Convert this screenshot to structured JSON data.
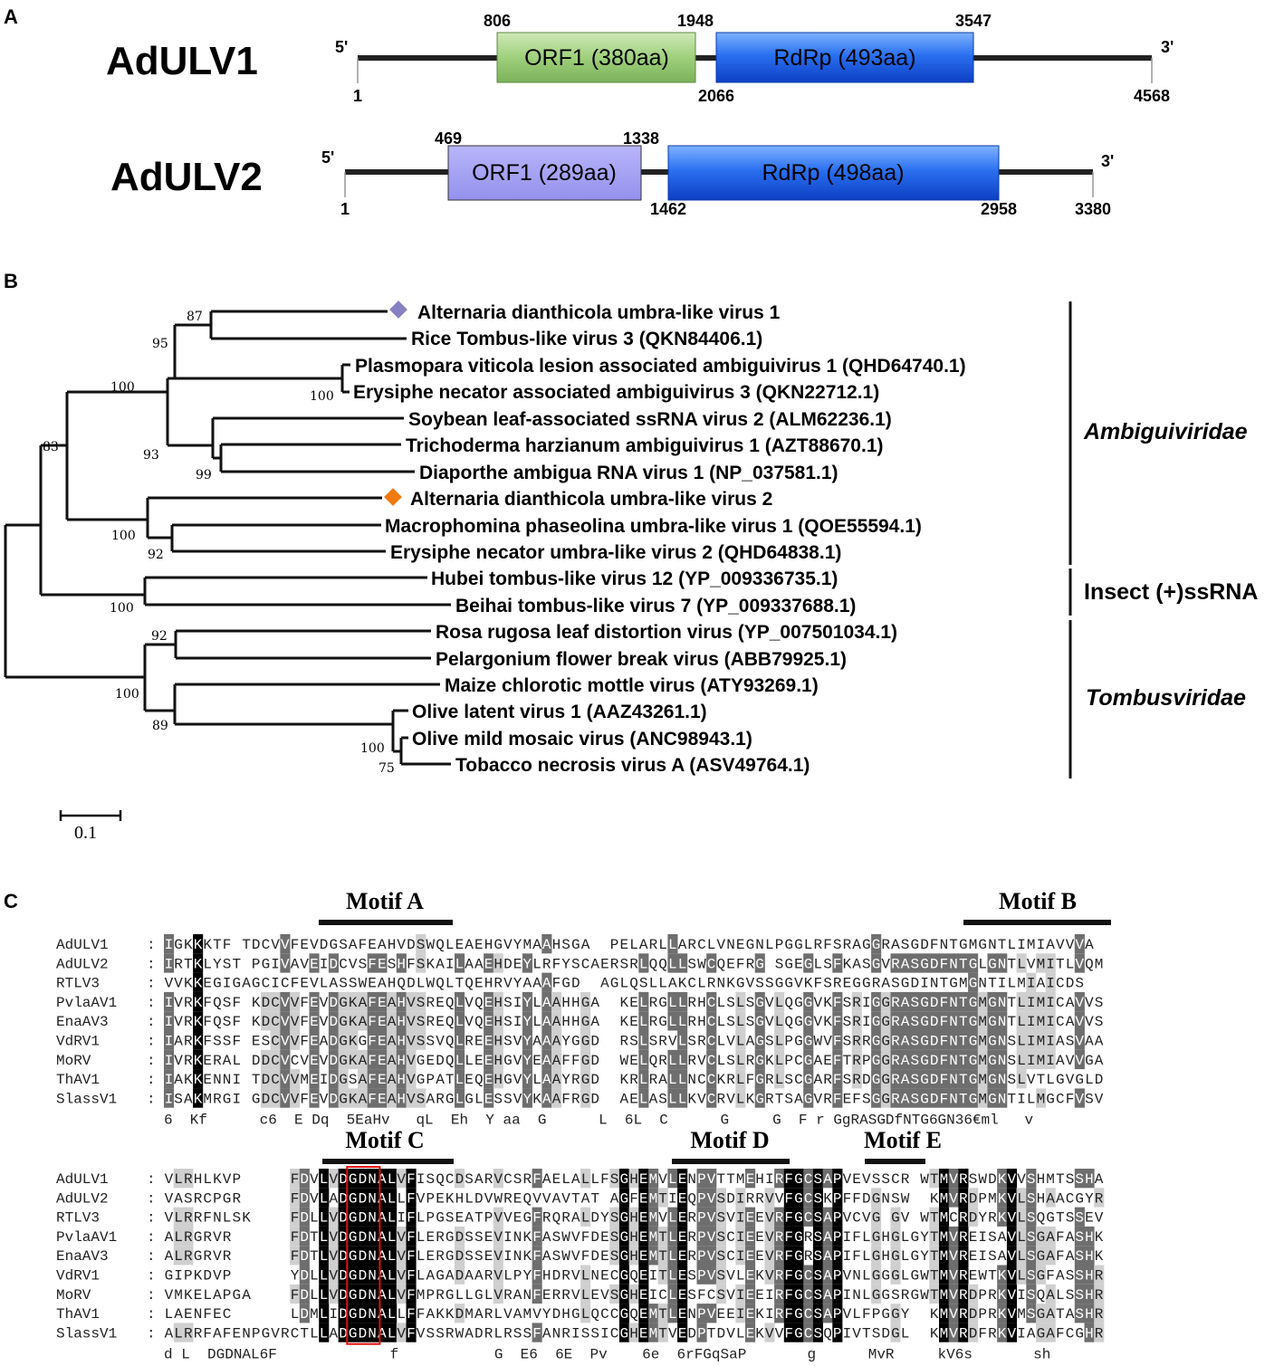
{
  "panel_labels": {
    "a": "A",
    "b": "B",
    "c": "C"
  },
  "genome_maps": [
    {
      "name": "AdULV1",
      "five_prime": "5'",
      "three_prime": "3'",
      "orf1": {
        "label": "ORF1 (380aa)",
        "start": "806",
        "end": "1948",
        "color": "#8fc46a"
      },
      "rdrp": {
        "label": "RdRp (493aa)",
        "start": "2066",
        "end": "3547",
        "color": "#1f64e6"
      },
      "first": "1",
      "last": "4568"
    },
    {
      "name": "AdULV2",
      "five_prime": "5'",
      "three_prime": "3'",
      "orf1": {
        "label": "ORF1 (289aa)",
        "start": "469",
        "end": "1338",
        "color": "#9d9bf0"
      },
      "rdrp": {
        "label": "RdRp (498aa)",
        "start": "1462",
        "end": "2958",
        "color": "#1f64e6"
      },
      "first": "1",
      "last": "3380"
    }
  ],
  "tree": {
    "taxa": [
      {
        "label": "Alternaria dianthicola umbra-like virus 1",
        "marker": "diamond",
        "marker_color": "#8680c4"
      },
      {
        "label": "Rice Tombus-like virus 3 (QKN84406.1)"
      },
      {
        "label": "Plasmopara viticola lesion associated ambiguivirus 1 (QHD64740.1)"
      },
      {
        "label": "Erysiphe necator associated ambiguivirus 3 (QKN22712.1)"
      },
      {
        "label": "Soybean leaf-associated ssRNA virus 2 (ALM62236.1)"
      },
      {
        "label": "Trichoderma harzianum ambiguivirus 1 (AZT88670.1)"
      },
      {
        "label": "Diaporthe ambigua RNA virus 1 (NP_037581.1)"
      },
      {
        "label": "Alternaria dianthicola umbra-like virus 2",
        "marker": "diamond",
        "marker_color": "#f07a10"
      },
      {
        "label": "Macrophomina phaseolina umbra-like virus 1 (QOE55594.1)"
      },
      {
        "label": "Erysiphe necator umbra-like virus 2 (QHD64838.1)"
      },
      {
        "label": "Hubei tombus-like virus 12 (YP_009336735.1)"
      },
      {
        "label": "Beihai tombus-like virus 7 (YP_009337688.1)"
      },
      {
        "label": "Rosa rugosa leaf distortion virus (YP_007501034.1)"
      },
      {
        "label": "Pelargonium flower break virus (ABB79925.1)"
      },
      {
        "label": "Maize chlorotic mottle virus (ATY93269.1)"
      },
      {
        "label": "Olive latent virus 1 (AAZ43261.1)"
      },
      {
        "label": "Olive mild mosaic virus (ANC98943.1)"
      },
      {
        "label": "Tobacco necrosis virus A (ASV49764.1)"
      }
    ],
    "bootstrap": [
      "87",
      "95",
      "100",
      "100",
      "93",
      "99",
      "83",
      "100",
      "92",
      "100",
      "92",
      "100",
      "89",
      "100",
      "75"
    ],
    "families": [
      "Ambiguiviridae",
      "Insect (+)ssRNA",
      "Tombusviridae"
    ],
    "scale_label": "0.1"
  },
  "alignment": {
    "motifs": [
      "Motif  A",
      "Motif  B",
      "Motif  C",
      "Motif  D",
      "Motif  E"
    ],
    "names": [
      "AdULV1",
      "AdULV2",
      "RTLV3",
      "PvlaAV1",
      "EnaAV3",
      "VdRV1",
      "MoRV",
      "ThAV1",
      "SlassV1"
    ],
    "block1": [
      "IGKKKTF-TDCVVFEVDGSAFEAHVDSWQLEAEHGVYMAAHSGA--PELARLLARCLVNEGNLPGGLRFSRAGGRASGDFNTGMGNTLIMIAVVVA",
      "IRTKLYST-PGIVAVEIDCVSFESHFSKAILAAEHDEYLRFYSCAERSRLQQLLSWCQEFRG-SGEGLSFKASGVRASGDFNTGLGNTLVMITLVQM",
      "VVKKEGIGAGCICFEVLASSWEAHQDLWQLTQEHRVYAAAFGD--AGLQSLLAKCLRNKGVSSGGVKFSREGGRASGDINTGMGNTILMIAICDS",
      "IVRKFQSF-KDCVVFEVDGKAFEAHVSREQLVQEHSIYLAAHHGA--KELRGLLRHCLSLSGVLQGGVKFSRIGGRASGDFNTGMGNTLIMICAVVS",
      "IVRKFQSF-KDCVVFEVDGKAFEAHVSREQLVQEHSIYLAAHHGA--KELRGLLRHCLSLSGVLQGGVKFSRIGGRASGDFNTGMGNTLIMICAVVS",
      "IARKFSSF-ESCVVFEADGKGFEAHVSSVQLREEHSVYAAAYGGD--RSLSRVLSRCLVLAGSLPGGWVFSRRGGRASGDFNTGMGNSLIMIASVAA",
      "IVRKERAL-DDCVCVEVDGKAFEAHVGEDQLLEEHGVYEAAFFGD--WELQRLLRVCLSLRGKLPCGAEFTRPGGRASGDFNTGMGNSLIMIAVVGA",
      "IAKKENNI-TDCVVMEIDGSAFEAHVGPATLEQEHGVYLAAYRGD--KRLRALLNCCKRLFGRLSCGARFSRDGGRASGDFNTGMGNSLVTLGVGLD",
      "ISAKMRGI-GDCVVFEVDGKAFEAHVSARGLGLESSVYKAAFRGD--AELASLLKVCRVLKGRTSAGVRFEFSGGRASGDFNTGMGNTILMGCFVSV"
    ],
    "consensus1": "6  Kf      c6  E Dq  5EaHv   qL  Eh  Y aa  G      L  6L  C      G     G  F r GgRASGDfNTG6GN36€ml   v",
    "block2": [
      "VLRHLKVP-----FDVLVDGDNALVFISQCDSARVCSRFAELALLFSGHEMVLENPVTTMEHIRFGCSAPVEVSSCR-WTMVRSWDKVVSHMTSSHA",
      "VASRCPGR-----FDVLADGDNALLFVPEKHLDVWREQVVAVTAT-AGFEMTIEQPVSDIRRVVFGCSKPFFDGNSW--KMVRDPMKVLSHAACGYR",
      "VLRRFNLSK----FDLLVDGDNALIFLPGSEATPVVEGFRQRALDYSGHEMVLERPVSVIEEVRFGCSAPVCVG-GV-WTMCRDYRKVLSQGTSSEV",
      "ALRGRVR------FDTLVDGDNALVFLERGDSSEVINKFASWVFDESGHEMTLERPVSCIEEVRFGRSAPIFLGHGLGYTMVREISAVLSGAFASHK",
      "ALRGRVR------FDTLVDGDNALVFLERGDSSEVINKFASWVFDESGHEMTLERPVSCIEEVRFGRSAPIFLGHGLGYTMVREISAVLSGAFASHK",
      "GIPKDVP------YDLLVDGDNALVFLAGADAARVLPYFHDRVLNECGQEITLESPVSVLEKVRFGCSAPVNLGGGLGWTMVREWTKVLSGFASSHR",
      "VMKELAPGA----FDLLVDGDNALVFMPRGLLGLVRANFERRVLEVSGHEICLESFCSVIEEIRFGCSAPINLGGSRGWTMVRDPRKVISQALSSHR",
      "LAENFEC------LDMLIDGDNALLFFAKKDMARLVAMVYDHGLQCCGQEMTLENPVEEIEKIRFGCSAPVLFPGGY--KMVRDPRKVMSGATASHR",
      "ALRRFAFENPGVRCTLLADGDNALVFVSSRWADRLRSSFANRISSICGHEMTVEDPTDVLEKVVFGCSQPIVTSDGL--KMVRDFRKVIAGAFCGHR"
    ],
    "consensus2": "d L  DGDNAL6F             f           G  E6  6E  Pv    6e  6rFGqSaP       g      MvR     kV6s       sh"
  }
}
